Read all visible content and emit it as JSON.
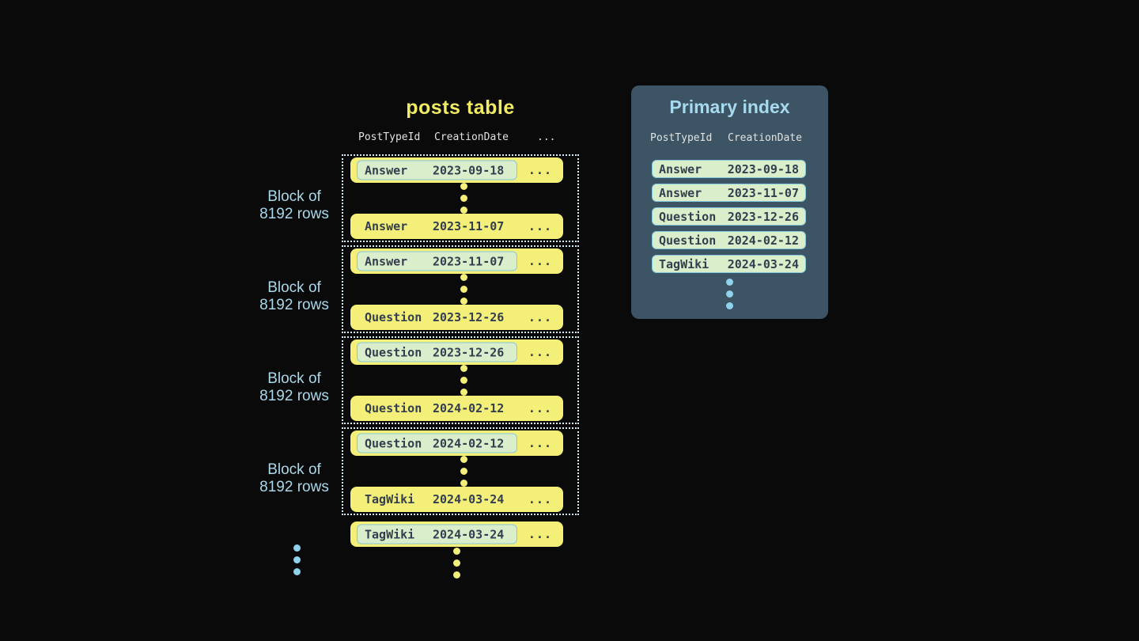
{
  "palette": {
    "background": "#0a0a0a",
    "row_yellow": "#f3ef79",
    "title_yellow": "#f1ec64",
    "chip_mint": "#dbeecb",
    "chip_border_blue": "#84c8dc",
    "row_text_dark": "#333e4f",
    "label_light_blue": "#a9d8ea",
    "panel_background": "#3d5464",
    "panel_title_blue": "#a7daee",
    "header_text": "#dfe3e2",
    "dotted_border": "#d7edf5",
    "blue_dot": "#8ed2ec"
  },
  "posts_table": {
    "title": "posts table",
    "headers": [
      "PostTypeId",
      "CreationDate",
      "..."
    ],
    "row_ellipsis": "...",
    "block_label_line1": "Block of",
    "block_label_line2": "8192 rows",
    "blocks": [
      {
        "first": {
          "type": "Answer",
          "date": "2023-09-18"
        },
        "last": {
          "type": "Answer",
          "date": "2023-11-07"
        }
      },
      {
        "first": {
          "type": "Answer",
          "date": "2023-11-07"
        },
        "last": {
          "type": "Question",
          "date": "2023-12-26"
        }
      },
      {
        "first": {
          "type": "Question",
          "date": "2023-12-26"
        },
        "last": {
          "type": "Question",
          "date": "2024-02-12"
        }
      },
      {
        "first": {
          "type": "Question",
          "date": "2024-02-12"
        },
        "last": {
          "type": "TagWiki",
          "date": "2024-03-24"
        }
      }
    ],
    "partial_row": {
      "type": "TagWiki",
      "date": "2024-03-24"
    }
  },
  "primary_index": {
    "title": "Primary index",
    "headers": [
      "PostTypeId",
      "CreationDate"
    ],
    "rows": [
      {
        "type": "Answer",
        "date": "2023-09-18"
      },
      {
        "type": "Answer",
        "date": "2023-11-07"
      },
      {
        "type": "Question",
        "date": "2023-12-26"
      },
      {
        "type": "Question",
        "date": "2024-02-12"
      },
      {
        "type": "TagWiki",
        "date": "2024-03-24"
      }
    ]
  }
}
